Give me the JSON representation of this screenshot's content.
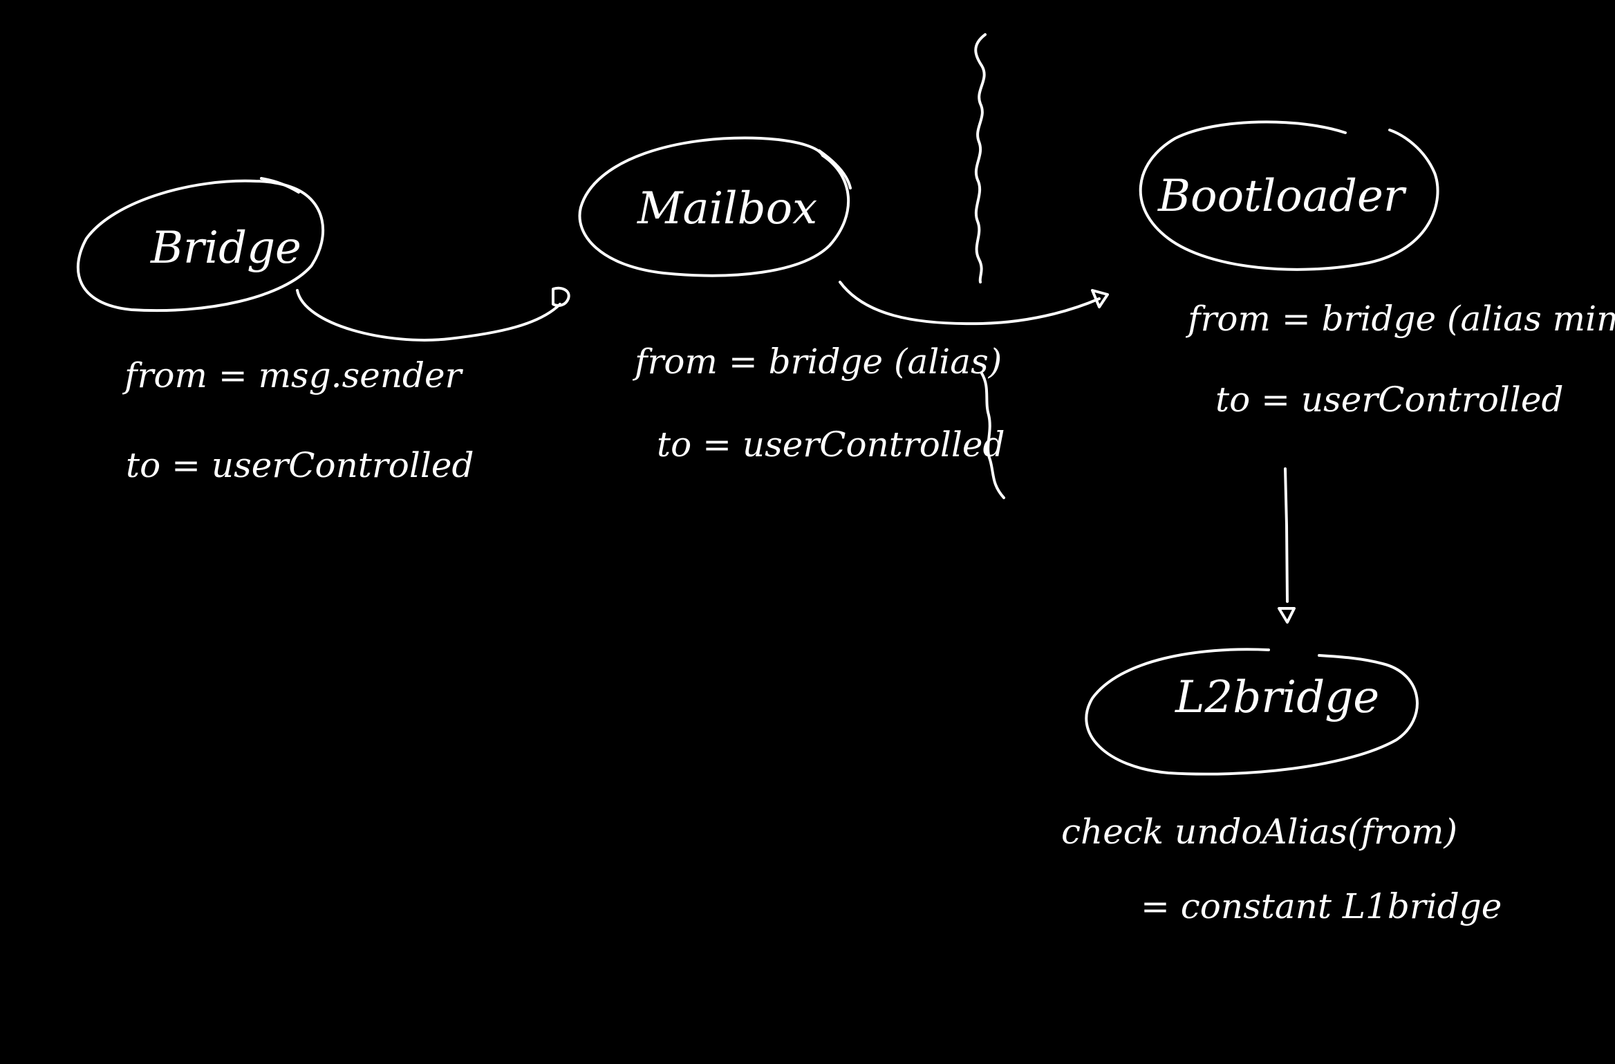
{
  "colors": {
    "background": "#000000",
    "ink": "#ffffff"
  },
  "nodes": [
    {
      "id": "bridge",
      "label": "Bridge"
    },
    {
      "id": "mailbox",
      "label": "Mailbox"
    },
    {
      "id": "bootloader",
      "label": "Bootloader"
    },
    {
      "id": "l2bridge",
      "label": "L2bridge"
    }
  ],
  "notes": {
    "bridge": {
      "from": "from = msg.sender",
      "to": "to = userControlled"
    },
    "mailbox": {
      "from": "from = bridge (alias)",
      "to": "to = userControlled"
    },
    "bootloader": {
      "from": "from = bridge (alias mimic)",
      "to": "to = userControlled"
    },
    "l2bridge": {
      "check": "check  undoAlias(from)",
      "equals": "= constant L1bridge"
    }
  },
  "edges": [
    {
      "from": "bridge",
      "to": "mailbox"
    },
    {
      "from": "mailbox",
      "to": "bootloader"
    },
    {
      "from": "bootloader",
      "to": "l2bridge"
    }
  ]
}
